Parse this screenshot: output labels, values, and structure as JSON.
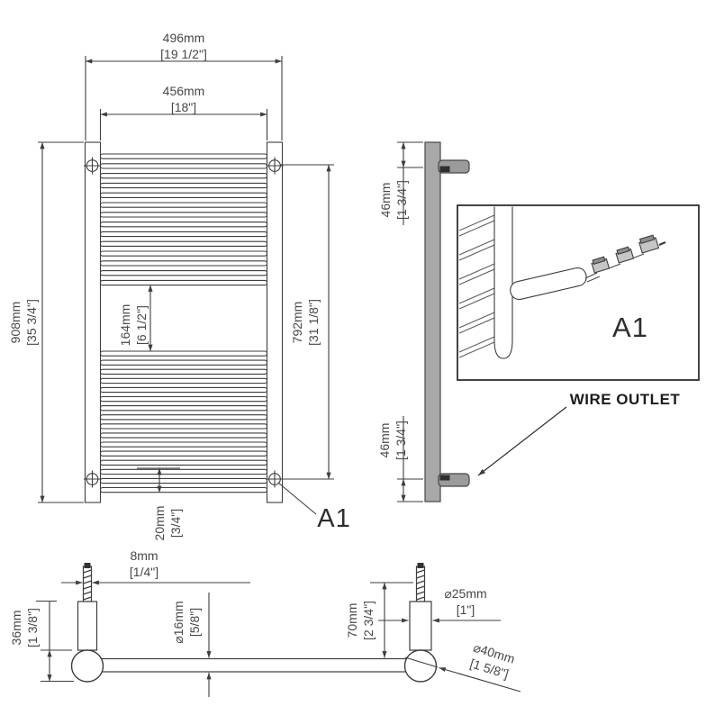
{
  "front_view": {
    "overall_width_mm": "496mm",
    "overall_width_in": "[19 1/2\"]",
    "inner_width_mm": "456mm",
    "inner_width_in": "[18\"]",
    "overall_height_mm": "908mm",
    "overall_height_in": "[35 3/4\"]",
    "centre_gap_mm": "164mm",
    "centre_gap_in": "[6 1/2\"]",
    "fixing_centres_mm": "792mm",
    "fixing_centres_in": "[31 1/8\"]",
    "bottom_offset_mm": "20mm",
    "bottom_offset_in": "[3/4\"]",
    "detail_ref": "A1"
  },
  "side_view": {
    "top_offset_mm": "46mm",
    "top_offset_in": "[1 3/4\"]",
    "bottom_offset_mm": "46mm",
    "bottom_offset_in": "[1 3/4\"]",
    "detail_label": "A1",
    "callout": "WIRE OUTLET"
  },
  "bottom_view": {
    "screw_mm": "8mm",
    "screw_in": "[1/4\"]",
    "bracket_depth_mm": "36mm",
    "bracket_depth_in": "[1 3/8\"]",
    "tube_dia_mm": "⌀16mm",
    "tube_dia_in": "[5/8\"]",
    "upright_height_mm": "70mm",
    "upright_height_in": "[2 3/4\"]",
    "upright_dia_mm": "⌀25mm",
    "upright_dia_in": "[1\"]",
    "ball_dia_mm": "⌀40mm",
    "ball_dia_in": "[1 5/8\"]"
  }
}
